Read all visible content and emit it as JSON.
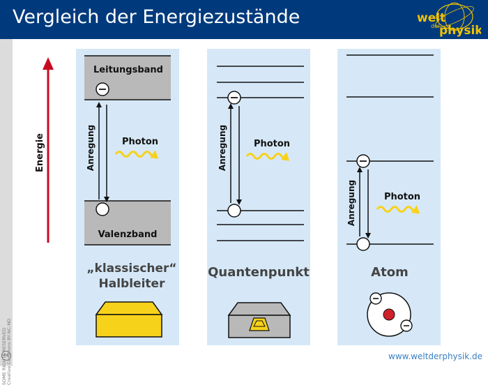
{
  "header": {
    "title": "Vergleich der Energiezustände",
    "logo_top": "welt",
    "logo_mid": "der",
    "logo_bottom": "physik"
  },
  "axis": {
    "energy_label": "Energie"
  },
  "panels": [
    {
      "upper_band": "Leitungsband",
      "lower_band": "Valenzband",
      "excitation": "Anregung",
      "photon": "Photon",
      "title_line1": "„klassischer“",
      "title_line2": "Halbleiter"
    },
    {
      "excitation": "Anregung",
      "photon": "Photon",
      "title_line1": "Quantenpunkt"
    },
    {
      "excitation": "Anregung",
      "photon": "Photon",
      "title_line1": "Atom"
    }
  ],
  "footer": {
    "website": "www.weltderphysik.de",
    "cc_line1": "SOME RIGHTS RESERVED",
    "cc_line2": "Creative Commons BY-NC-ND",
    "cc_symbol": "cc"
  },
  "colors": {
    "header_bg": "#003a7d",
    "panel_bg": "#d6e8f7",
    "band_gray": "#b9b9b9",
    "energy_arrow": "#c80a20",
    "photon_yellow": "#f7d21b",
    "nucleus_red": "#d0202a"
  }
}
